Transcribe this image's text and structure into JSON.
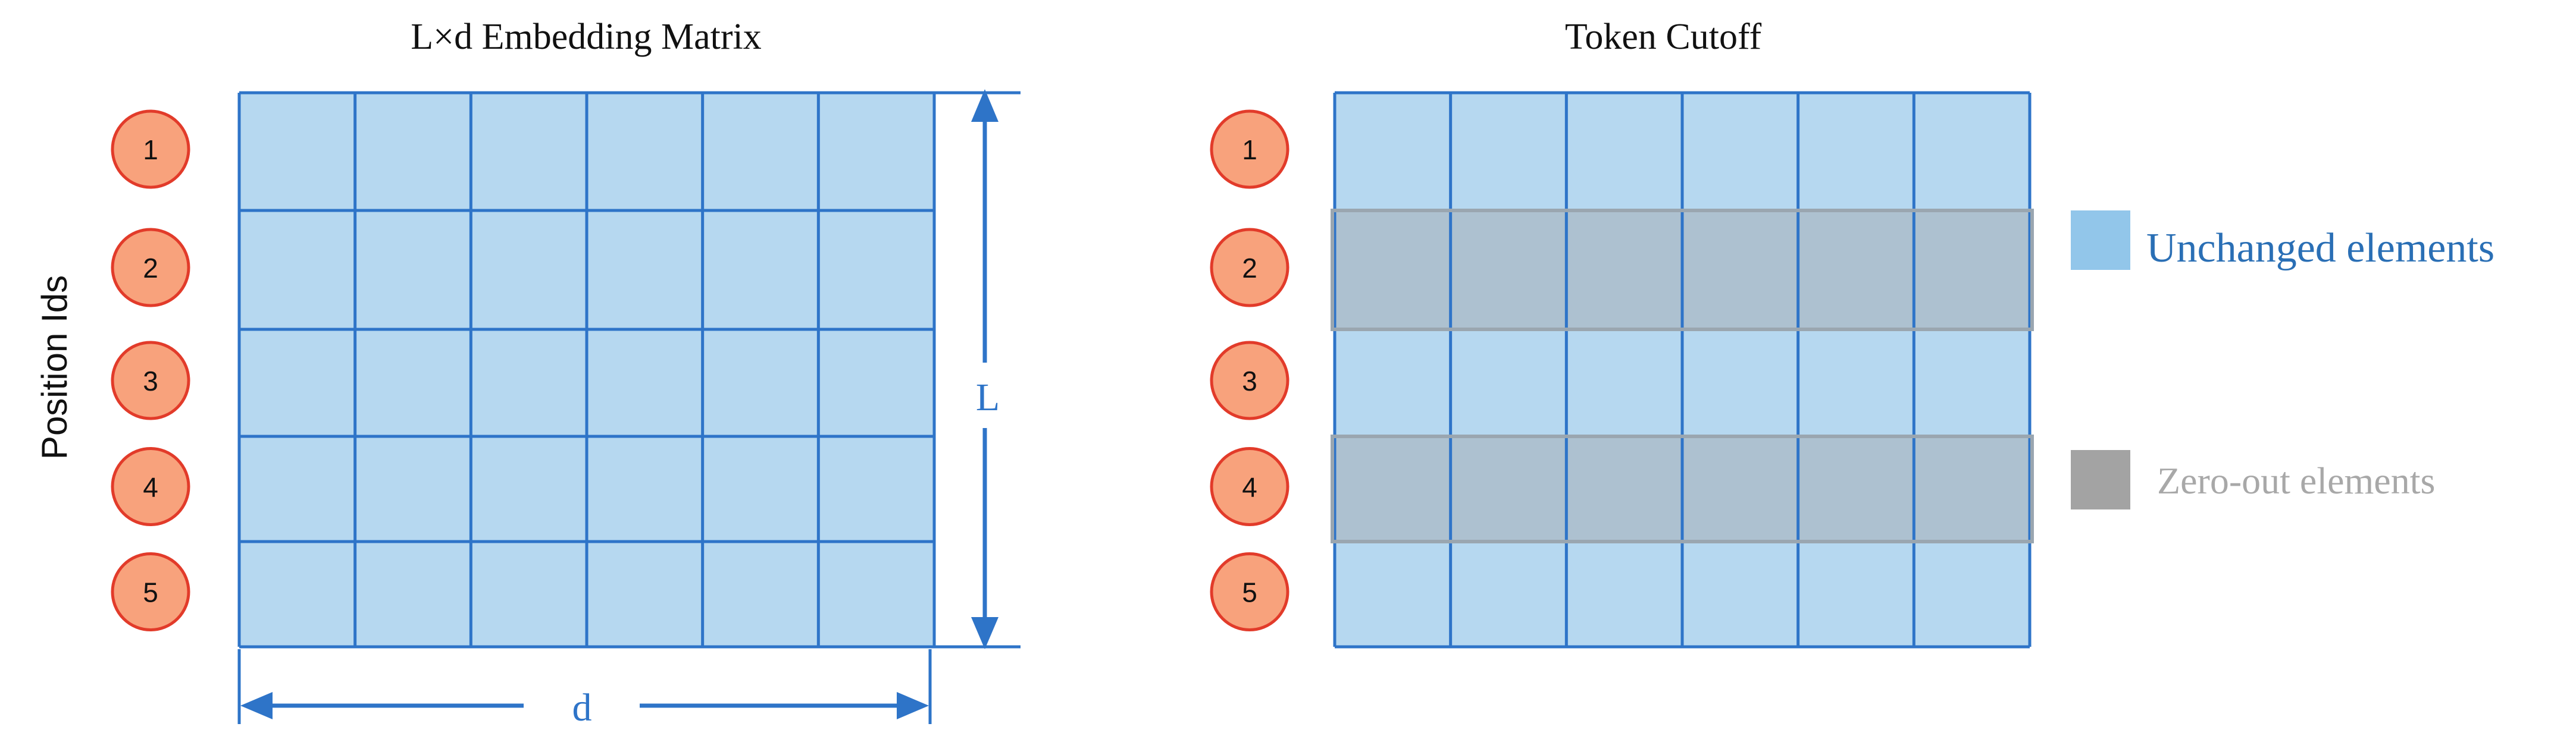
{
  "left_panel": {
    "title": "L×d Embedding Matrix",
    "y_axis_label": "Position Ids",
    "height_label": "L",
    "width_label": "d",
    "rows": 5,
    "cols": 6,
    "position_ids": [
      "1",
      "2",
      "3",
      "4",
      "5"
    ]
  },
  "right_panel": {
    "title": "Token Cutoff",
    "rows": 5,
    "cols": 6,
    "position_ids": [
      "1",
      "2",
      "3",
      "4",
      "5"
    ],
    "zeroed_rows": [
      2,
      4
    ]
  },
  "legend": {
    "unchanged_label": "Unchanged elements",
    "zero_out_label": "Zero-out elements"
  },
  "colors": {
    "cell_fill": "#b6d8f0",
    "grid_line": "#2e74c8",
    "zeroed_fill": "#adc1d0",
    "zeroed_border": "#9aa6b0",
    "circle_fill": "#f8a27c",
    "circle_stroke": "#e23b2a",
    "arrow": "#2e74c8",
    "legend_unchanged": "#92c6ea",
    "legend_unchanged_text": "#2a6fb5",
    "legend_zero": "#a3a3a3",
    "legend_zero_text": "#a8a8a8"
  }
}
